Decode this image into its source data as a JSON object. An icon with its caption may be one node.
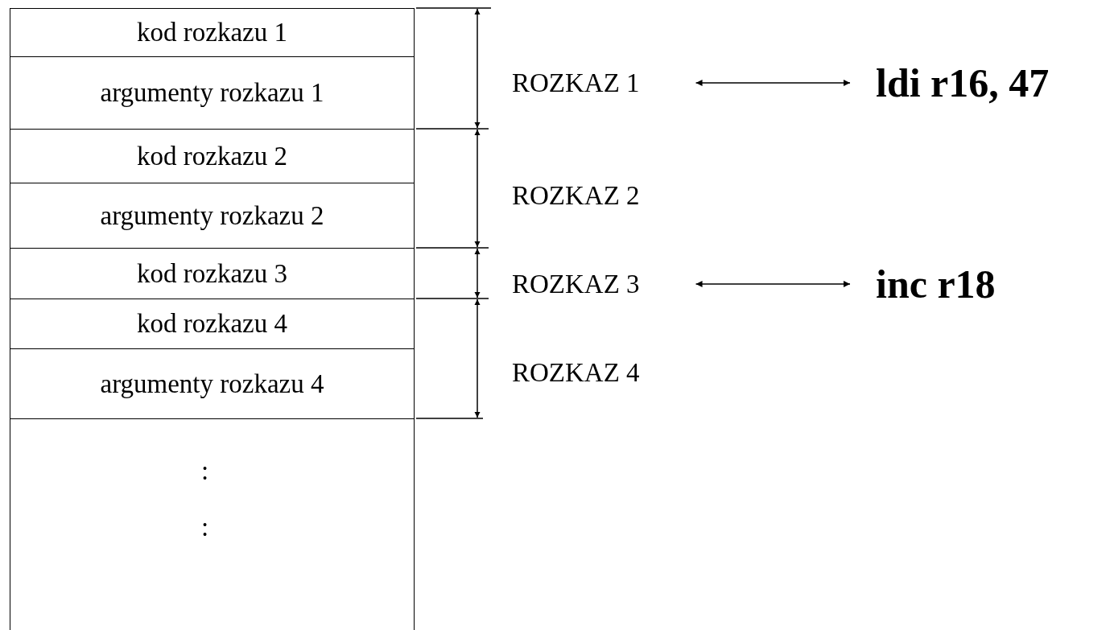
{
  "diagram": {
    "nodes": [
      {
        "text": [],
        "shape": "box"
      },
      {
        "text": [
          "kod rozkazu 1"
        ],
        "in": 0
      },
      {
        "text": [
          "argumenty rozkazu 1"
        ],
        "in": 0
      },
      {
        "text": [
          "kod rozkazu 2"
        ],
        "in": 0
      },
      {
        "text": [
          "argumenty rozkazu 2"
        ],
        "in": 0
      },
      {
        "text": [
          "kod rozkazu 3"
        ],
        "in": 0
      },
      {
        "text": [
          "kod rozkazu 4"
        ],
        "in": 0
      },
      {
        "text": [
          "argumenty rozkazu 4"
        ],
        "in": 0
      },
      {
        "text": [
          "ROZKAZ 1"
        ]
      },
      {
        "text": [
          "ROZKAZ 2"
        ]
      },
      {
        "text": [
          "ROZKAZ 3"
        ]
      },
      {
        "text": [
          "ROZKAZ 4"
        ]
      },
      {
        "text": [
          "ldi r16, 47"
        ]
      },
      {
        "text": [
          "inc r18"
        ]
      }
    ],
    "edges": [
      {
        "from": 8,
        "to": 12,
        "arrow": "both"
      },
      {
        "from": 10,
        "to": 13,
        "arrow": "both"
      }
    ],
    "labels": [
      ":",
      ":"
    ]
  }
}
